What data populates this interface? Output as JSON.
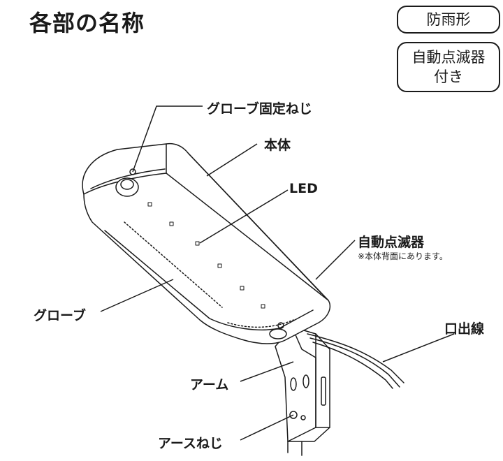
{
  "title": "各部の名称",
  "badges": {
    "rainproof": "防雨形",
    "auto_blink_line1": "自動点滅器",
    "auto_blink_line2": "付き"
  },
  "labels": {
    "globe_screw": "グローブ固定ねじ",
    "body": "本体",
    "led": "LED",
    "auto_blinker": "自動点滅器",
    "auto_blinker_note": "※本体背面にあります。",
    "globe": "グローブ",
    "lead_wire": "口出線",
    "arm": "アーム",
    "ground_screw": "アースねじ"
  }
}
